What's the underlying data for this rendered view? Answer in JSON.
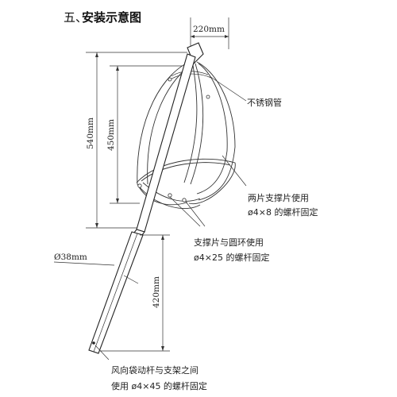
{
  "title_number": "五、",
  "title": "安装示意图",
  "dimensions": {
    "top_width": "220mm",
    "overall_height": "540mm",
    "frame_height": "450mm",
    "pole_length": "420mm",
    "pole_diameter": "Ø38mm"
  },
  "callouts": {
    "stainless_tube": "不锈钢管",
    "two_brace_line1": "两片支撑片使用",
    "two_brace_line2": "ø4×8 的螺杆固定",
    "ring_brace_line1": "支撑片与圆环使用",
    "ring_brace_line2": "ø4×25 的螺杆固定",
    "pole_line1": "风向袋动杆与支架之间",
    "pole_line2": "使用 ø4×45 的螺杆固定"
  }
}
